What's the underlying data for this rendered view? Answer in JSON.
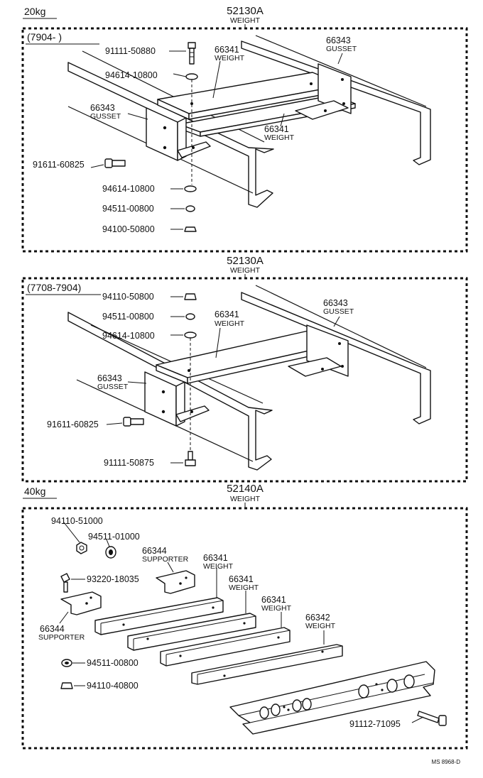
{
  "sections": [
    {
      "weight_label": "20kg",
      "main_part": "52130A",
      "main_name": "WEIGHT",
      "period": "(7904-       )",
      "callouts": {
        "bolt": "91111-50880",
        "washer_top": "94614-10800",
        "gusset_left_no": "66343",
        "gusset_left_name": "GUSSET",
        "bolt_side": "91611-60825",
        "washer_bottom": "94614-10800",
        "lock_washer": "94511-00800",
        "nut": "94100-50800",
        "weight_top_no": "66341",
        "weight_top_name": "WEIGHT",
        "weight_mid_no": "66341",
        "weight_mid_name": "WEIGHT",
        "gusset_right_no": "66343",
        "gusset_right_name": "GUSSET"
      }
    },
    {
      "main_part": "52130A",
      "main_name": "WEIGHT",
      "period": "(7708-7904)",
      "callouts": {
        "nut": "94110-50800",
        "lock_washer": "94511-00800",
        "washer": "94614-10800",
        "gusset_left_no": "66343",
        "gusset_left_name": "GUSSET",
        "bolt_side": "91611-60825",
        "bolt_bottom": "91111-50875",
        "weight_no": "66341",
        "weight_name": "WEIGHT",
        "gusset_right_no": "66343",
        "gusset_right_name": "GUSSET"
      }
    },
    {
      "weight_label": "40kg",
      "main_part": "52140A",
      "main_name": "WEIGHT",
      "callouts": {
        "nut_a": "94110-51000",
        "lock_washer_a": "94511-01000",
        "bolt": "93220-18035",
        "supporter_left_no": "66344",
        "supporter_left_name": "SUPPORTER",
        "supporter_right_no": "66344",
        "supporter_right_name": "SUPPORTER",
        "weight_1_no": "66341",
        "weight_1_name": "WEIGHT",
        "weight_2_no": "66341",
        "weight_2_name": "WEIGHT",
        "weight_3_no": "66341",
        "weight_3_name": "WEIGHT",
        "weight_4_no": "66342",
        "weight_4_name": "WEIGHT",
        "lock_washer_b": "94511-00800",
        "nut_b": "94110-40800",
        "bolt_end": "91112-71095"
      }
    }
  ],
  "drawing_code": "MS 8968-D"
}
